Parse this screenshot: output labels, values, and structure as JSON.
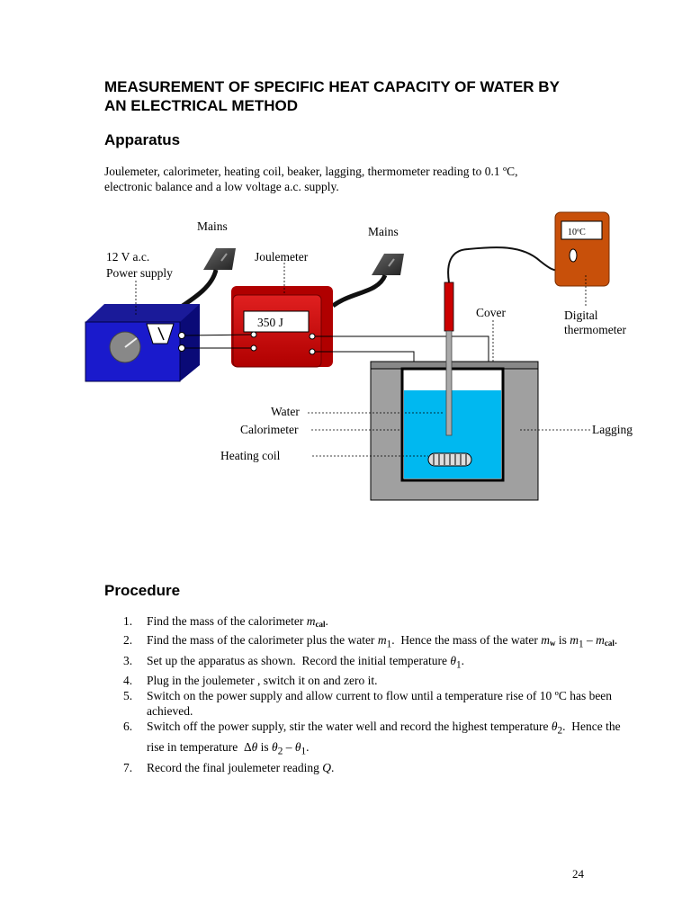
{
  "title_line1": "MEASUREMENT OF SPECIFIC HEAT CAPACITY OF WATER BY",
  "title_line2": "AN ELECTRICAL METHOD",
  "apparatus_heading": "Apparatus",
  "apparatus_text_line1": "Joulemeter, calorimeter, heating coil, beaker, lagging, thermometer reading to 0.1 ºC,",
  "apparatus_text_line2": "electronic balance and a low voltage a.c. supply.",
  "diagram": {
    "mains_left": "Mains",
    "mains_right": "Mains",
    "power_supply_line1": "12 V a.c.",
    "power_supply_line2": "Power supply",
    "joulemeter": "Joulemeter",
    "joulemeter_display": "350 J",
    "thermometer_display": "10ºC",
    "cover": "Cover",
    "digital_thermometer_line1": "Digital",
    "digital_thermometer_line2": "thermometer",
    "water": "Water",
    "calorimeter": "Calorimeter",
    "lagging": "Lagging",
    "heating_coil": "Heating coil",
    "colors": {
      "power_supply": "#1a1acc",
      "joulemeter": "#cc0000",
      "thermometer": "#c8500a",
      "water": "#00b8f0",
      "lagging": "#a0a0a0",
      "probe": "#cc0000"
    }
  },
  "procedure_heading": "Procedure",
  "steps": [
    {
      "num": "1.",
      "text": "Find the mass of the calorimeter m_cal."
    },
    {
      "num": "2.",
      "text": "Find the mass of the calorimeter plus the water m1. Hence the mass of the water m_w is m1 – m_cal."
    },
    {
      "num": "3.",
      "text": "Set up the apparatus as shown. Record the initial temperature θ1."
    },
    {
      "num": "4.",
      "text": "Plug in the joulemeter , switch it on and zero it."
    },
    {
      "num": "5.",
      "text": "Switch on the power supply and allow current to flow until a temperature rise of 10 ºC has been achieved."
    },
    {
      "num": "6.",
      "text": "Switch off the power supply, stir the water well and record the highest temperature θ2. Hence the rise in temperature Δθ is θ2 – θ1."
    },
    {
      "num": "7.",
      "text": "Record the final joulemeter reading Q."
    }
  ],
  "page_number": "24"
}
